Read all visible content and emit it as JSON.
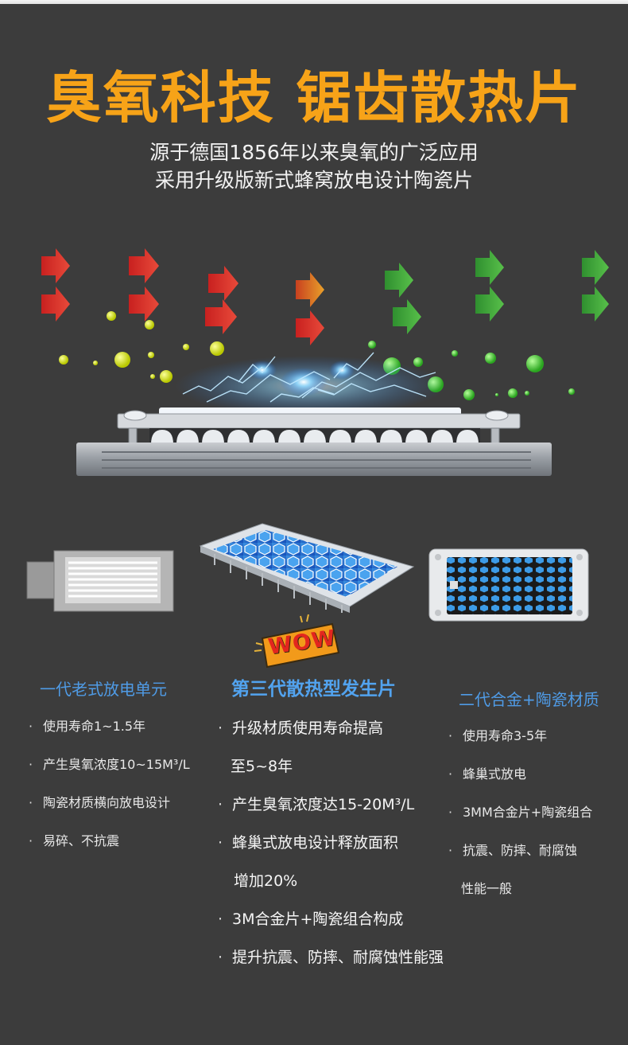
{
  "hero": {
    "title": "臭氧科技 锯齿散热片",
    "subtitle_1": "源于德国1856年以来臭氧的广泛应用",
    "subtitle_2": "采用升级版新式蜂窝放电设计陶瓷片"
  },
  "badge": {
    "wow": "WOW"
  },
  "columns": {
    "left": {
      "title": "一代老式放电单元",
      "items": [
        "使用寿命1~1.5年",
        "产生臭氧浓度10~15M³/L",
        "陶瓷材质横向放电设计",
        "易碎、不抗震"
      ]
    },
    "middle": {
      "title": "第三代散热型发生片",
      "items": [
        "升级材质使用寿命提高",
        "至5~8年",
        "产生臭氧浓度达15-20M³/L",
        "蜂巢式放电设计释放面积",
        "增加20%",
        "3M合金片+陶瓷组合构成",
        "提升抗震、防摔、耐腐蚀性能强"
      ]
    },
    "right": {
      "title": "二代合金+陶瓷材质",
      "items": [
        "使用寿命3-5年",
        "蜂巢式放电",
        "3MM合金片+陶瓷组合",
        "抗震、防摔、耐腐蚀",
        "性能一般"
      ]
    }
  },
  "colors": {
    "background": "#3c3c3c",
    "title": "#f7a318",
    "column_title": "#4f9be6",
    "arrow_red": "#d8312d",
    "arrow_green": "#3aa83a"
  }
}
